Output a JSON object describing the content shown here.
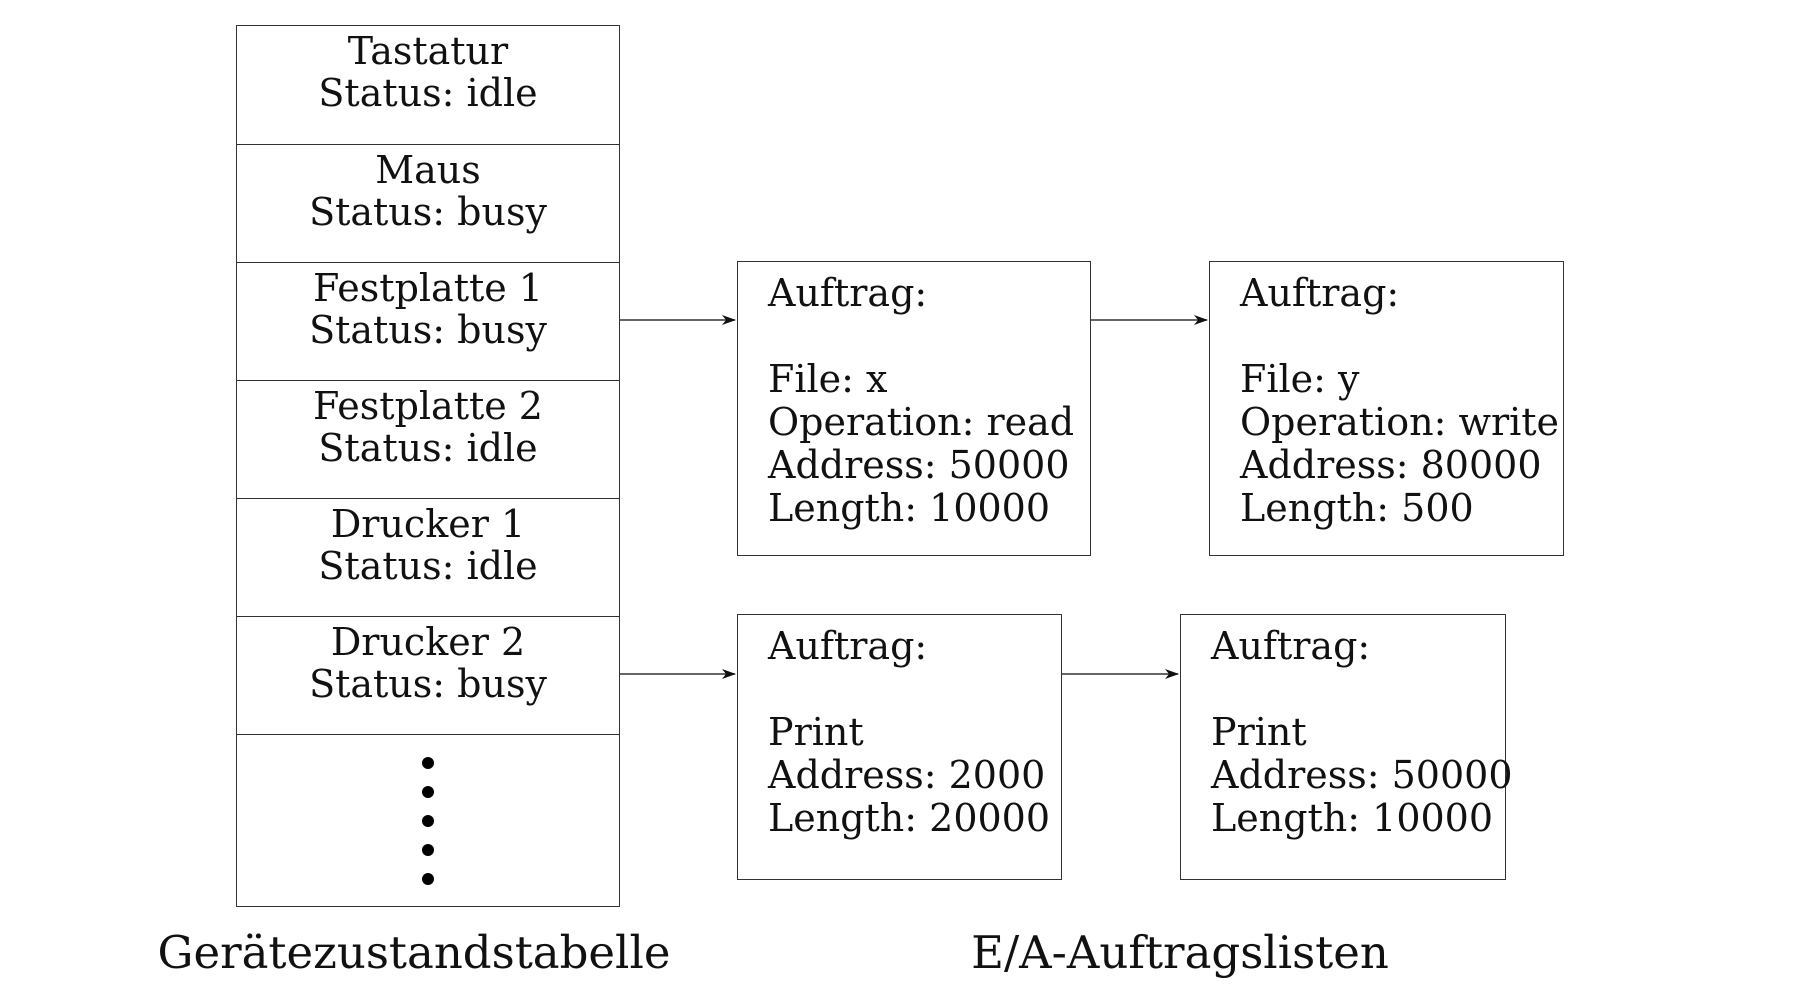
{
  "device_table": {
    "caption": "Gerätezustandstabelle",
    "rows": [
      {
        "name": "Tastatur",
        "status": "Status: idle"
      },
      {
        "name": "Maus",
        "status": "Status: busy"
      },
      {
        "name": "Festplatte 1",
        "status": "Status: busy"
      },
      {
        "name": "Festplatte 2",
        "status": "Status: idle"
      },
      {
        "name": "Drucker 1",
        "status": "Status: idle"
      },
      {
        "name": "Drucker 2",
        "status": "Status: busy"
      }
    ]
  },
  "job_lists": {
    "caption": "E/A-Auftragslisten",
    "row1": [
      {
        "lines": [
          "Auftrag:",
          "",
          "File: x",
          "Operation: read",
          "Address: 50000",
          "Length: 10000"
        ]
      },
      {
        "lines": [
          "Auftrag:",
          "",
          "File: y",
          "Operation: write",
          "Address: 80000",
          "Length: 500"
        ]
      }
    ],
    "row2": [
      {
        "lines": [
          "Auftrag:",
          "",
          "Print",
          "Address: 2000",
          "Length: 20000"
        ]
      },
      {
        "lines": [
          "Auftrag:",
          "",
          "Print",
          "Address: 50000",
          "Length: 10000"
        ]
      }
    ]
  },
  "colors": {
    "line": "#333333",
    "text": "#111111"
  }
}
